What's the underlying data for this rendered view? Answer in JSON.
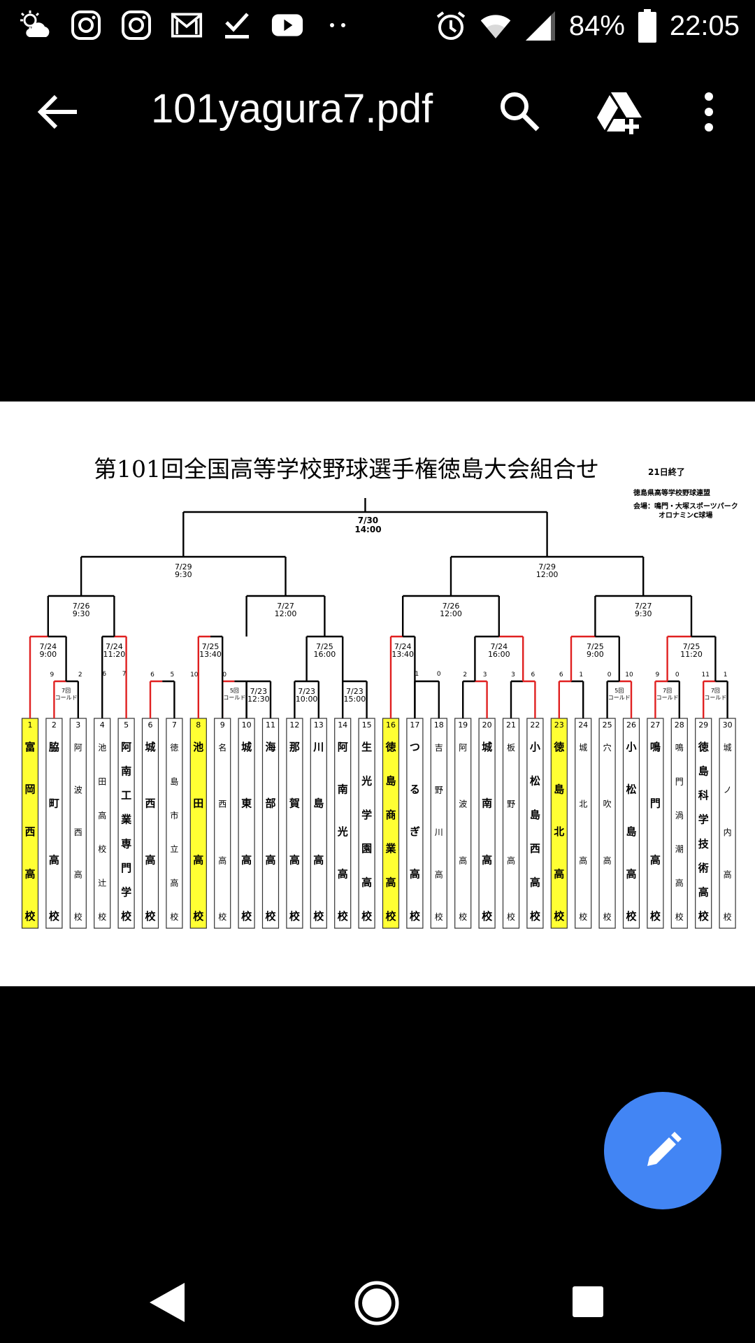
{
  "status_bar": {
    "battery": "84%",
    "time": "22:05",
    "icons_left": [
      "weather-icon",
      "instagram-icon",
      "instagram-icon",
      "gmail-icon",
      "download-done-icon",
      "youtube-icon",
      "more-notifications-icon"
    ],
    "icons_right": [
      "alarm-icon",
      "wifi-icon",
      "signal-icon",
      "battery-icon"
    ]
  },
  "toolbar": {
    "title": "101yagura7.pdf",
    "icons": [
      "back-arrow-icon",
      "search-icon",
      "drive-add-icon",
      "more-vert-icon"
    ]
  },
  "document": {
    "title": "第101回全国高等学校野球選手権徳島大会組合せ",
    "status": "21日終了",
    "organizer": "徳島県高等学校野球連盟",
    "venue_line1": "会場：鳴門・大塚スポーツパーク",
    "venue_line2": "オロナミンC球場",
    "final_date": "7/30",
    "final_time": "14:00",
    "semifinals": [
      {
        "date": "7/29",
        "time": "9:30"
      },
      {
        "date": "7/29",
        "time": "12:00"
      }
    ],
    "quarterfinals": [
      {
        "date": "7/26",
        "time": "9:30"
      },
      {
        "date": "7/27",
        "time": "12:00"
      },
      {
        "date": "7/26",
        "time": "12:00"
      },
      {
        "date": "7/27",
        "time": "9:30"
      }
    ],
    "round2": [
      {
        "date": "7/24",
        "time": "9:00"
      },
      {
        "date": "7/24",
        "time": "11:20"
      },
      {
        "date": "7/25",
        "time": "13:40"
      },
      {
        "date": "7/25",
        "time": "16:00"
      },
      {
        "date": "7/24",
        "time": "13:40"
      },
      {
        "date": "7/24",
        "time": "16:00"
      },
      {
        "date": "7/25",
        "time": "9:00"
      },
      {
        "date": "7/25",
        "time": "11:20"
      }
    ],
    "round1": [
      {
        "date": "7/23",
        "time": "12:30"
      },
      {
        "date": "7/23",
        "time": "10:00"
      },
      {
        "date": "7/23",
        "time": "15:00"
      }
    ],
    "called_game_5": [
      "5回",
      "コールド"
    ],
    "called_game_7": [
      "7回",
      "コールド"
    ],
    "teams": [
      {
        "num": "1",
        "name": "富岡西高校"
      },
      {
        "num": "2",
        "name": "脇町高校"
      },
      {
        "num": "3",
        "name": "阿波西高校"
      },
      {
        "num": "4",
        "name": "池田高校辻校"
      },
      {
        "num": "5",
        "name": "阿南工業専門学校"
      },
      {
        "num": "6",
        "name": "城西高校"
      },
      {
        "num": "7",
        "name": "徳島市立高校"
      },
      {
        "num": "8",
        "name": "池田高校"
      },
      {
        "num": "9",
        "name": "名西高校"
      },
      {
        "num": "10",
        "name": "城東高校"
      },
      {
        "num": "11",
        "name": "海部高校"
      },
      {
        "num": "12",
        "name": "那賀高校"
      },
      {
        "num": "13",
        "name": "川島高校"
      },
      {
        "num": "14",
        "name": "阿南光高校"
      },
      {
        "num": "15",
        "name": "生光学園高校"
      },
      {
        "num": "16",
        "name": "徳島商業高校"
      },
      {
        "num": "17",
        "name": "つるぎ高校"
      },
      {
        "num": "18",
        "name": "吉野川高校"
      },
      {
        "num": "19",
        "name": "阿波高校"
      },
      {
        "num": "20",
        "name": "城南高校"
      },
      {
        "num": "21",
        "name": "板野高校"
      },
      {
        "num": "22",
        "name": "小松島西高校"
      },
      {
        "num": "23",
        "name": "徳島北高校"
      },
      {
        "num": "24",
        "name": "城北高校"
      },
      {
        "num": "25",
        "name": "穴吹高校"
      },
      {
        "num": "26",
        "name": "小松島高校"
      },
      {
        "num": "27",
        "name": "鳴門高校"
      },
      {
        "num": "28",
        "name": "鳴門渦潮高校"
      },
      {
        "num": "29",
        "name": "徳島科学技術高校"
      },
      {
        "num": "30",
        "name": "城ノ内高校"
      }
    ],
    "scores": [
      "9",
      "2",
      "6",
      "7",
      "6",
      "5",
      "10",
      "0",
      "1",
      "0",
      "2",
      "3",
      "3",
      "6",
      "6",
      "1",
      "0",
      "10",
      "9",
      "0",
      "11",
      "1"
    ]
  },
  "colors": {
    "winner_line": "#e02020",
    "highlight": "#ffff33",
    "fab": "#4285f4"
  }
}
